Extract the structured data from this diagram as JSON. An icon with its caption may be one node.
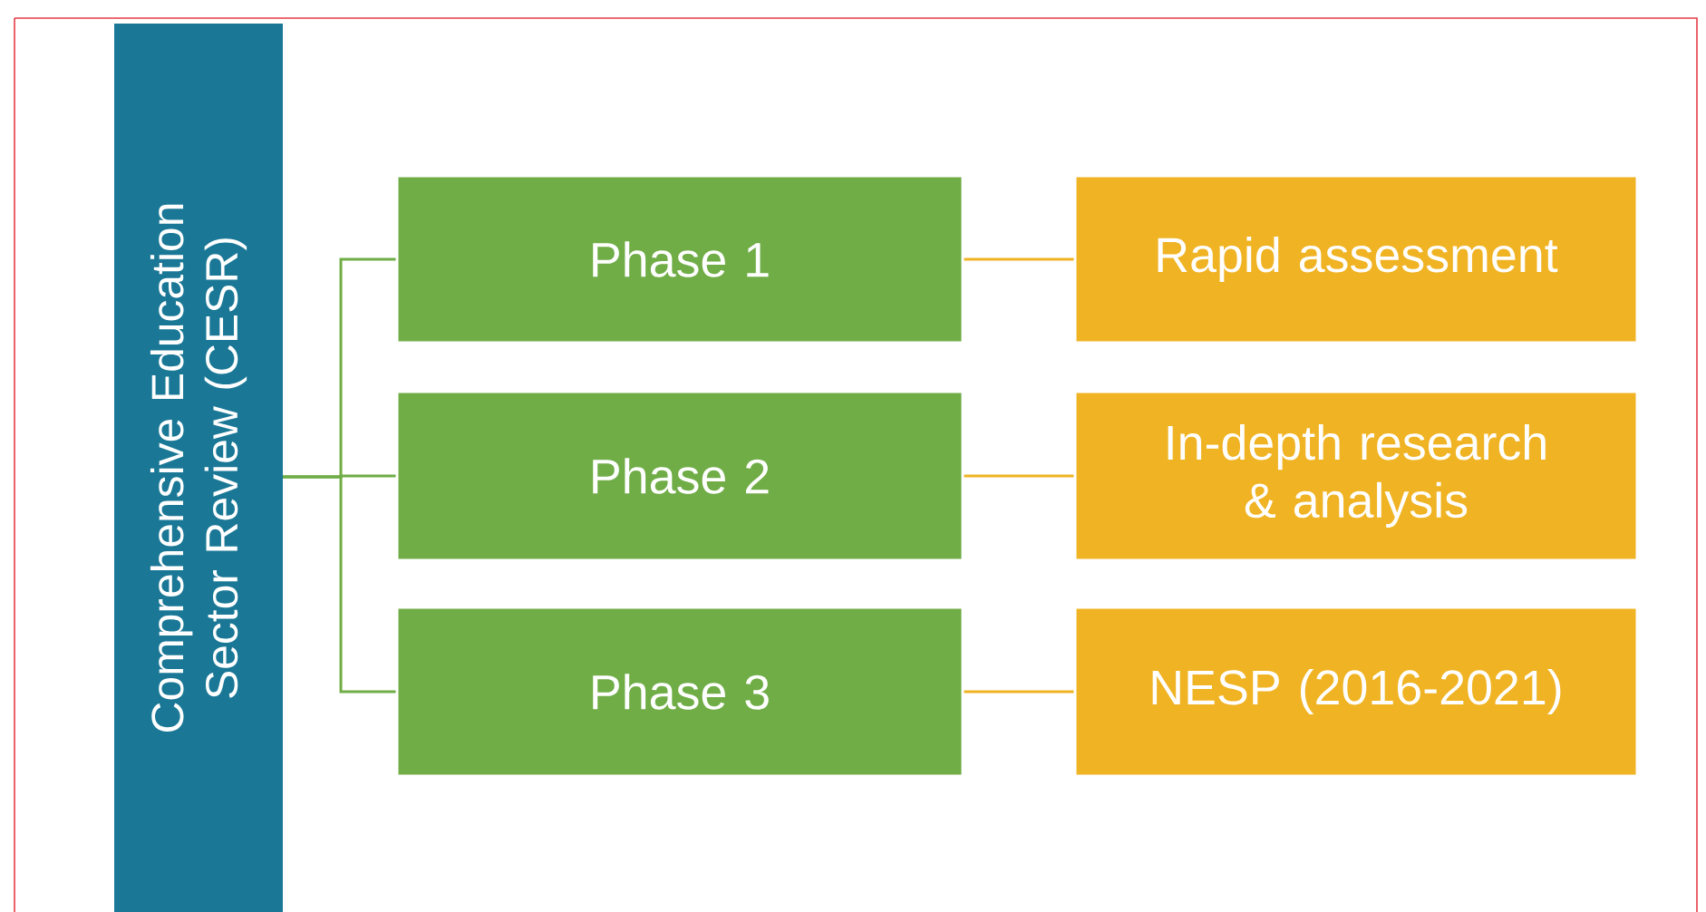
{
  "diagram": {
    "nodes": [
      {
        "text": [
          "Comprehensive Education Sector Review (CESR)"
        ]
      },
      {
        "text": [
          "Phase 1"
        ]
      },
      {
        "text": [
          "Phase 2"
        ]
      },
      {
        "text": [
          "Phase 3"
        ]
      },
      {
        "text": [
          "Rapid assessment"
        ]
      },
      {
        "text": [
          "In-depth research & analysis"
        ]
      },
      {
        "text": [
          "NESP (2016-2021)"
        ]
      }
    ],
    "edges": [
      {
        "from": 0,
        "to": 1,
        "arrow": "none",
        "color": "#70ad47"
      },
      {
        "from": 0,
        "to": 2,
        "arrow": "none",
        "color": "#70ad47"
      },
      {
        "from": 0,
        "to": 3,
        "arrow": "none",
        "color": "#70ad47"
      },
      {
        "from": 1,
        "to": 4,
        "arrow": "none",
        "color": "#f0b323"
      },
      {
        "from": 2,
        "to": 5,
        "arrow": "none",
        "color": "#f0b323"
      },
      {
        "from": 3,
        "to": 6,
        "arrow": "none",
        "color": "#f0b323"
      }
    ]
  }
}
